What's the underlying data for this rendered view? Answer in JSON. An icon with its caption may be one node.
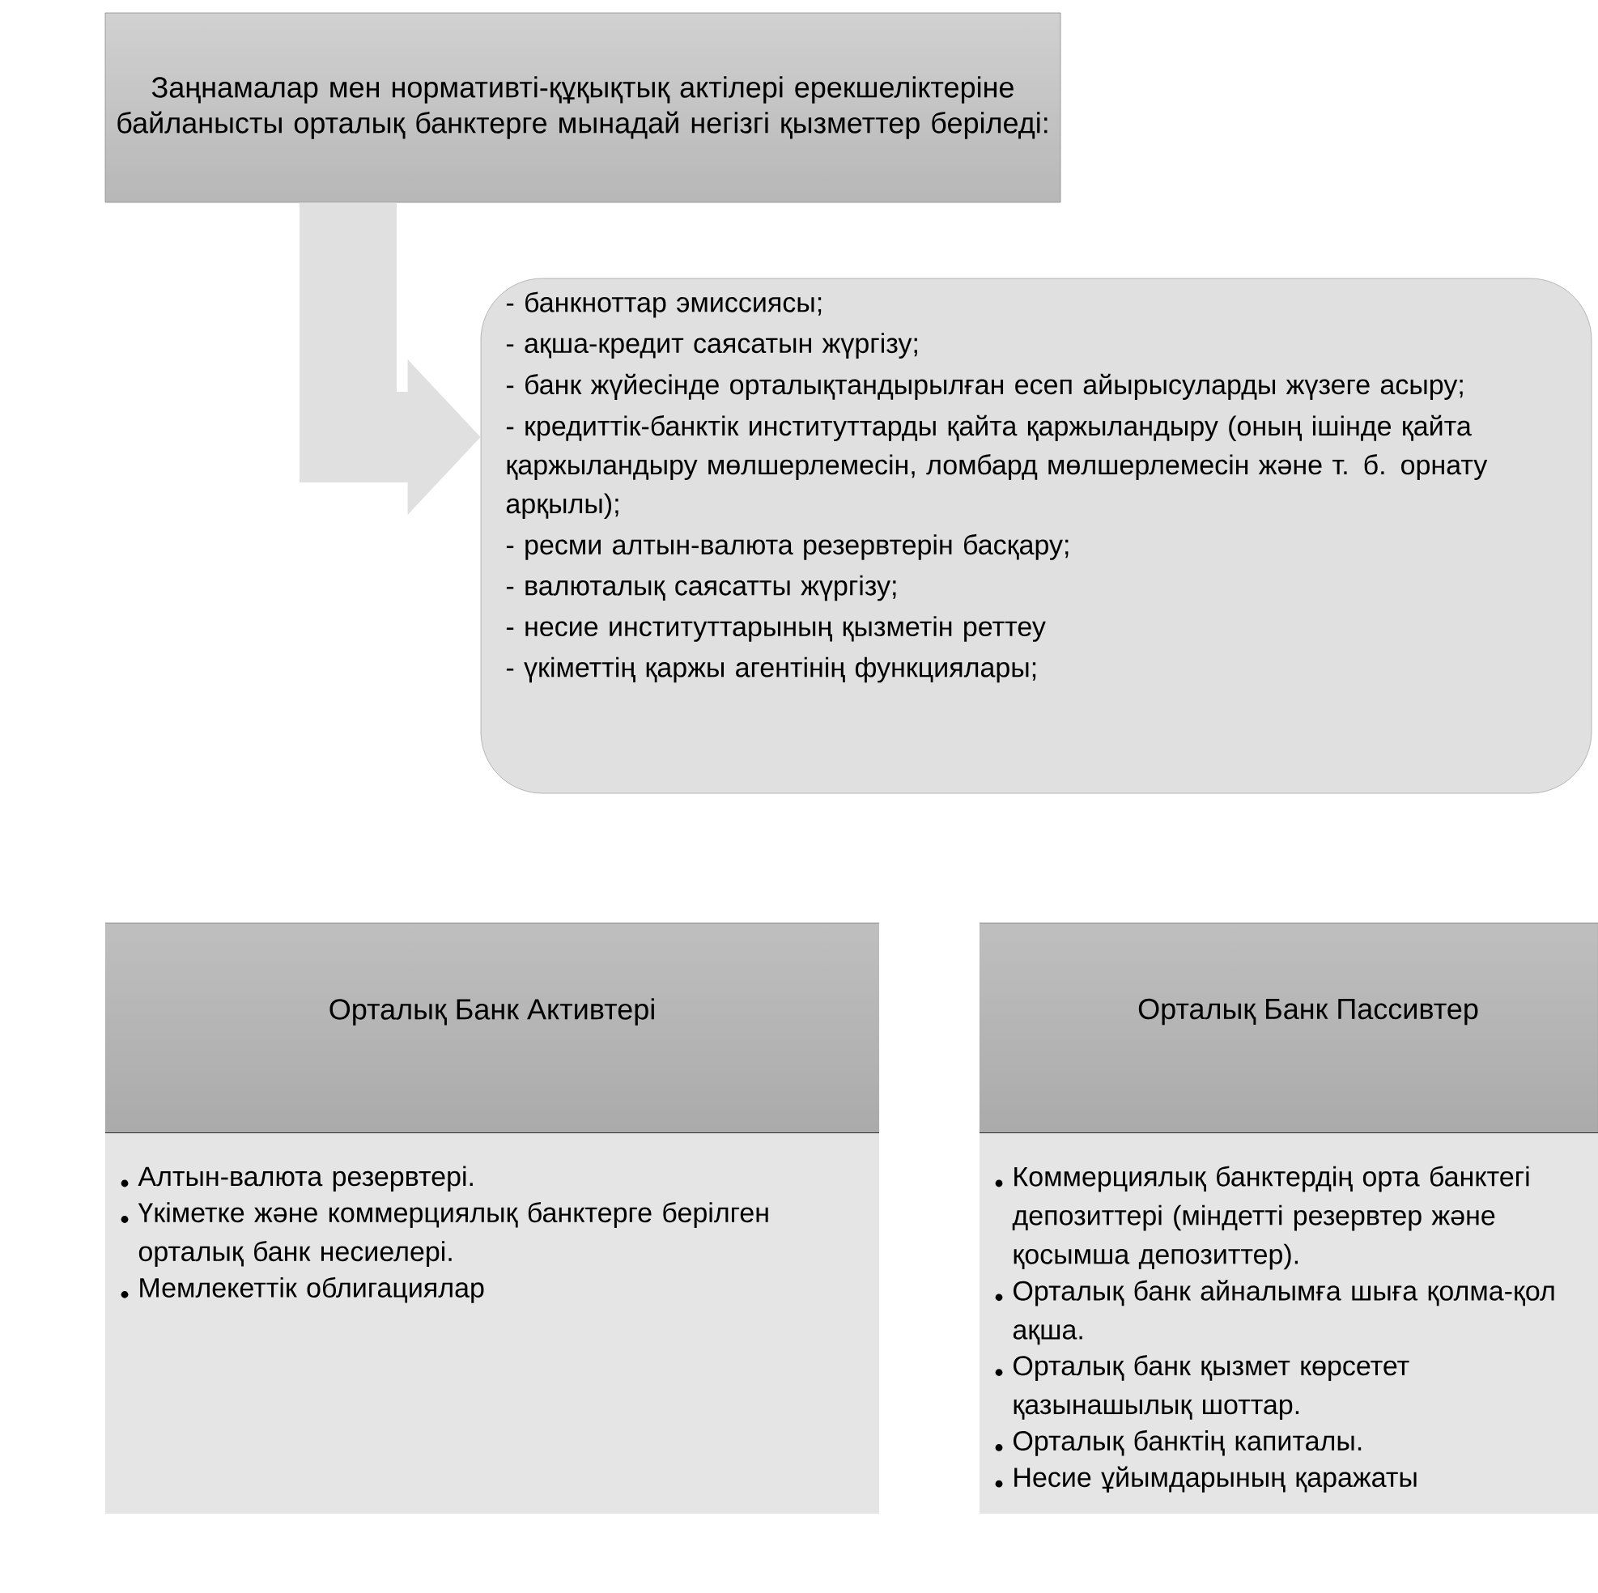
{
  "diagram": {
    "nodes": [
      {
        "text": [
          "Заңнамалар мен нормативті-құқықтық актілері ерекшеліктеріне  байланысты орталық банктерге мынадай негізгі қызметтер беріледі:"
        ]
      },
      {
        "text": [
          "- банкноттар эмиссиясы;",
          "- ақша-кредит саясатын жүргізу;",
          "- банк жүйесінде орталықтандырылған есеп айырысуларды жүзеге асыру;",
          "- кредиттік-банктік институттарды қайта қаржыландыру (оның ішінде қайта қаржыландыру мөлшерлемесін, ломбард мөлшерлемесін және т. б. орнату арқылы);",
          "- ресми алтын-валюта резервтерін басқару;",
          "- валюталық саясатты жүргізу;",
          "- несие институттарының қызметін реттеу",
          "- үкіметтің қаржы агентінің функциялары;"
        ]
      },
      {
        "text": [
          "Орталық Банк Активтері",
          "Алтын-валюта резервтері.",
          "Үкіметке және коммерциялық банктерге берілген орталық банк несиелері.",
          "Мемлекеттік облигациялар"
        ]
      },
      {
        "text": [
          "Орталық Банк Пассивтер",
          "Коммерциялық банктердің орта банктегі депозиттері (міндетті резервтер және қосымша депозиттер).",
          "Орталық банк айналымға шыға қолма-қол ақша.",
          "Орталық банк қызмет көрсетет қазынашылық шоттар.",
          "Орталық банктің капиталы.",
          "Несие ұйымдарының қаражаты"
        ]
      }
    ],
    "edges": [
      {
        "from": 0,
        "to": 1,
        "arrow": "to"
      }
    ]
  }
}
